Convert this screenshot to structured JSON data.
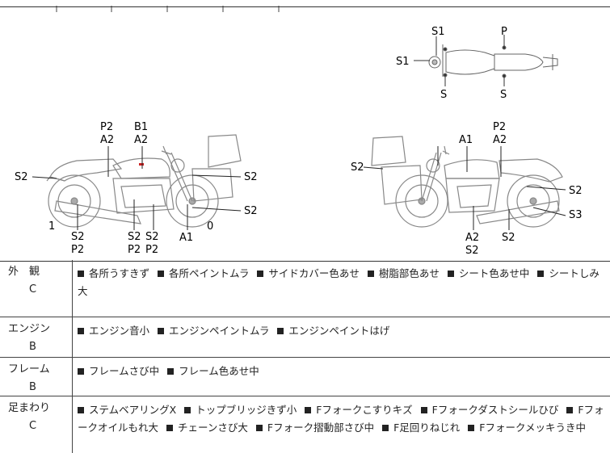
{
  "diagram_labels": {
    "top_view": {
      "s1_top": "S1",
      "s1_left": "S1",
      "s_left": "S",
      "p": "P",
      "s_right": "S"
    },
    "left_side": {
      "p2_a": "P2",
      "a2_a": "A2",
      "b1": "B1",
      "a2_b": "A2",
      "s2_left": "S2",
      "s2_right_top": "S2",
      "s2_right_bottom": "S2",
      "num_1": "1",
      "num_0": "0",
      "s2_bottom_a": "S2",
      "p2_bottom_a": "P2",
      "s2_bottom_b": "S2",
      "p2_bottom_b": "P2",
      "s2_bottom_c": "S2",
      "p2_bottom_c": "P2",
      "a1": "A1"
    },
    "right_side": {
      "a1": "A1",
      "p2": "P2",
      "a2_top": "A2",
      "s2_left": "S2",
      "s2_right": "S2",
      "s3": "S3",
      "a2_bottom": "A2",
      "s2_bottom_a": "S2",
      "s2_bottom_b": "S2"
    }
  },
  "rows": [
    {
      "category": "外　観",
      "grade": "C",
      "items": [
        "各所うすきず",
        "各所ペイントムラ",
        "サイドカバー色あせ",
        "樹脂部色あせ",
        "シート色あせ中",
        "シートしみ大"
      ]
    },
    {
      "category": "エンジン",
      "grade": "B",
      "items": [
        "エンジン音小",
        "エンジンペイントムラ",
        "エンジンペイントはげ"
      ]
    },
    {
      "category": "フレーム",
      "grade": "B",
      "items": [
        "フレームさび中",
        "フレーム色あせ中"
      ]
    },
    {
      "category": "足まわり",
      "grade": "C",
      "items": [
        "ステムベアリングX",
        "トップブリッジきず小",
        "Fフォークこすりキズ",
        "Fフォークダストシールひび",
        "Fフォークオイルもれ大",
        "チェーンさび大",
        "Fフォーク摺動部さび中",
        "F足回りねじれ",
        "Fフォークメッキうき中"
      ]
    }
  ],
  "colors": {
    "line": "#333333",
    "mark_red": "#cc2222"
  }
}
